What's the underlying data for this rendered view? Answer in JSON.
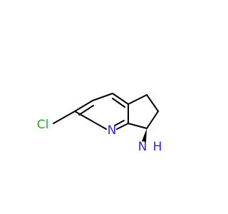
{
  "molecule": {
    "atoms": {
      "chlorine": "Cl",
      "nitrogen": "N",
      "amine_n": "N",
      "amine_h": "H"
    },
    "colors": {
      "bond": "#000000",
      "chlorine": "#1fb41f",
      "nitrogen": "#2a2ae6"
    }
  }
}
